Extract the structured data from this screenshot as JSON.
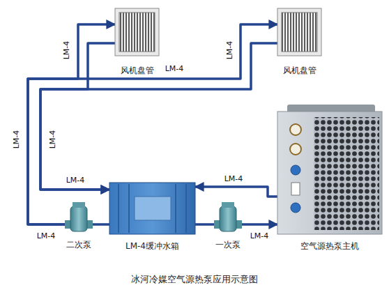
{
  "diagram": {
    "caption": "冰河冷媒空气源热泵应用示意图",
    "nodes": [
      {
        "text": [
          "风机盘管"
        ]
      },
      {
        "text": [
          "风机盘管"
        ]
      },
      {
        "text": [
          "LM-4缓冲水箱"
        ]
      },
      {
        "text": [
          "二次泵"
        ]
      },
      {
        "text": [
          "一次泵"
        ]
      },
      {
        "text": [
          "空气源热泵主机"
        ]
      }
    ],
    "edges": [
      {
        "from": 5,
        "to": 2,
        "arrow": "to",
        "label": "LM-4"
      },
      {
        "from": 2,
        "to": 4,
        "arrow": "none"
      },
      {
        "from": 4,
        "to": 5,
        "arrow": "to",
        "label": "LM-4"
      },
      {
        "from": 2,
        "to": 3,
        "arrow": "none"
      },
      {
        "from": 3,
        "to": 0,
        "arrow": "to",
        "label": "LM-4"
      },
      {
        "from": 3,
        "to": 1,
        "arrow": "to",
        "label": "LM-4"
      },
      {
        "from": 0,
        "to": 2,
        "arrow": "to",
        "label": "LM-4"
      },
      {
        "from": 1,
        "to": 2,
        "arrow": "to",
        "label": "LM-4"
      }
    ],
    "labels": [
      "LM-4",
      "LM-4",
      "LM-4"
    ]
  }
}
